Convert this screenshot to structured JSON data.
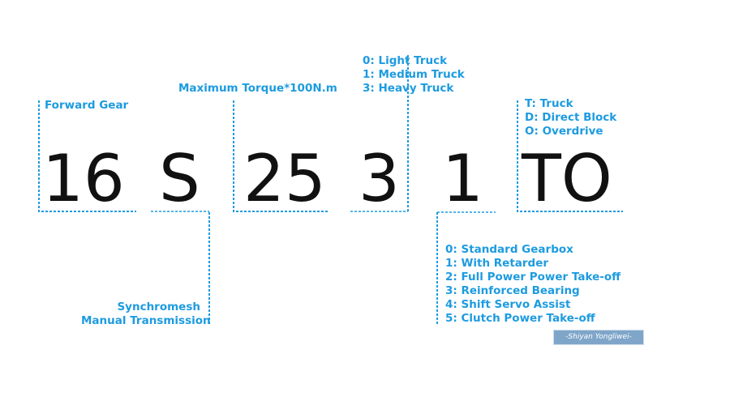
{
  "code_segments": {
    "gears": "16",
    "type": "S",
    "torque": "25",
    "truck_class": "3",
    "option": "1",
    "suffix": "TO"
  },
  "labels": {
    "forward_gear": "Forward Gear",
    "max_torque": "Maximum Torque*100N.m",
    "synchromesh": [
      "Synchromesh",
      "Manual Transmission"
    ],
    "truck_class": [
      "0: Light Truck",
      "1: Medium Truck",
      "3: Heavy Truck"
    ],
    "suffix_options": [
      "T: Truck",
      "D: Direct Block",
      "O: Overdrive"
    ],
    "option_list": [
      "0: Standard Gearbox",
      "1: With Retarder",
      "2: Full Power Power Take-off",
      "3: Reinforced Bearing",
      "4: Shift Servo Assist",
      "5: Clutch Power Take-off"
    ]
  },
  "watermark": "-Shiyan Yongliwei-",
  "colors": {
    "accent": "#1d9be0",
    "code_text": "#111111",
    "watermark_bg": "#7fa6c9"
  }
}
